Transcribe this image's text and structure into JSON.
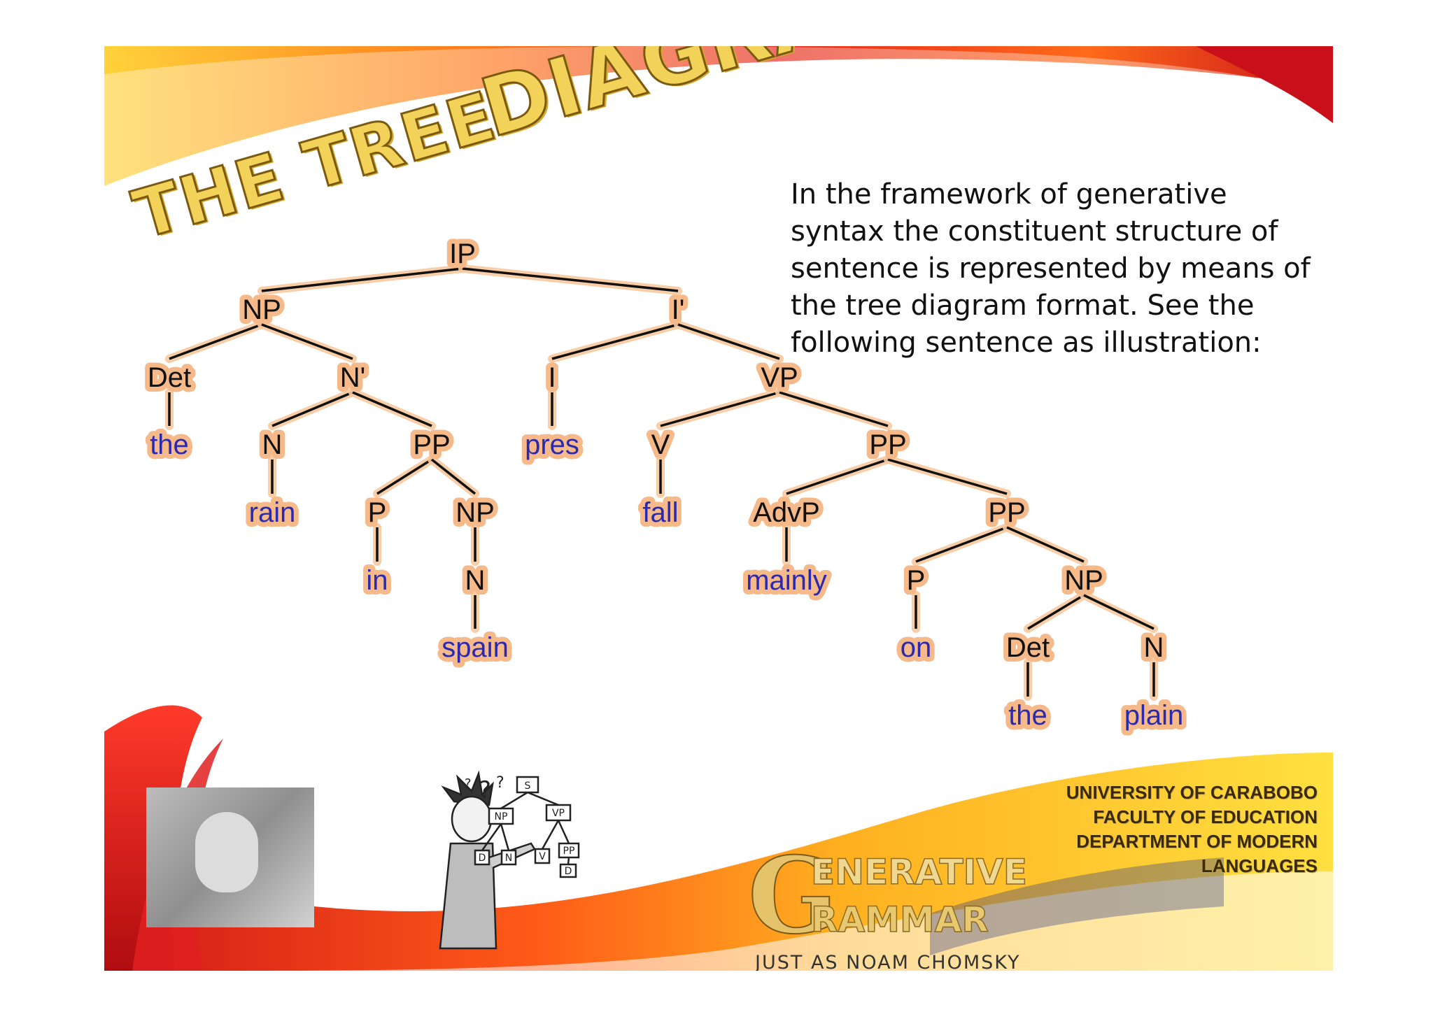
{
  "slide": {
    "title_line1": "THE TREE",
    "title_line2": "DIAGRAM",
    "description": "In the framework of generative syntax the constituent structure of sentence is represented by means of the tree diagram format. See the following sentence as illustration:",
    "institution": [
      "UNIVERSITY OF CARABOBO",
      "FACULTY OF EDUCATION",
      "DEPARTMENT OF MODERN",
      "LANGUAGES"
    ],
    "logo": {
      "initial": "G",
      "line1": "ENERATIVE",
      "line2": "RAMMAR",
      "tagline": "JUST AS NOAM CHOMSKY"
    }
  },
  "tree": {
    "nodes": [
      {
        "id": "ip",
        "label": "IP",
        "type": "cat"
      },
      {
        "id": "np1",
        "label": "NP",
        "type": "cat"
      },
      {
        "id": "ibar",
        "label": "I'",
        "type": "cat"
      },
      {
        "id": "det1",
        "label": "Det",
        "type": "cat"
      },
      {
        "id": "nbar",
        "label": "N'",
        "type": "cat"
      },
      {
        "id": "i",
        "label": "I",
        "type": "cat"
      },
      {
        "id": "vp",
        "label": "VP",
        "type": "cat"
      },
      {
        "id": "the1",
        "label": "the",
        "type": "word"
      },
      {
        "id": "n1",
        "label": "N",
        "type": "cat"
      },
      {
        "id": "pp1",
        "label": "PP",
        "type": "cat"
      },
      {
        "id": "pres",
        "label": "pres",
        "type": "word"
      },
      {
        "id": "v",
        "label": "V",
        "type": "cat"
      },
      {
        "id": "pp2",
        "label": "PP",
        "type": "cat"
      },
      {
        "id": "rain",
        "label": "rain",
        "type": "word"
      },
      {
        "id": "p1",
        "label": "P",
        "type": "cat"
      },
      {
        "id": "np2",
        "label": "NP",
        "type": "cat"
      },
      {
        "id": "fall",
        "label": "fall",
        "type": "word"
      },
      {
        "id": "advp",
        "label": "AdvP",
        "type": "cat"
      },
      {
        "id": "pp3",
        "label": "PP",
        "type": "cat"
      },
      {
        "id": "in",
        "label": "in",
        "type": "word"
      },
      {
        "id": "n2",
        "label": "N",
        "type": "cat"
      },
      {
        "id": "mainly",
        "label": "mainly",
        "type": "word"
      },
      {
        "id": "p2",
        "label": "P",
        "type": "cat"
      },
      {
        "id": "np3",
        "label": "NP",
        "type": "cat"
      },
      {
        "id": "spain",
        "label": "spain",
        "type": "word"
      },
      {
        "id": "on",
        "label": "on",
        "type": "word"
      },
      {
        "id": "det2",
        "label": "Det",
        "type": "cat"
      },
      {
        "id": "n3",
        "label": "N",
        "type": "cat"
      },
      {
        "id": "the2",
        "label": "the",
        "type": "word"
      },
      {
        "id": "plain",
        "label": "plain",
        "type": "word"
      }
    ],
    "edges": [
      [
        "ip",
        "np1"
      ],
      [
        "ip",
        "ibar"
      ],
      [
        "np1",
        "det1"
      ],
      [
        "np1",
        "nbar"
      ],
      [
        "ibar",
        "i"
      ],
      [
        "ibar",
        "vp"
      ],
      [
        "det1",
        "the1"
      ],
      [
        "nbar",
        "n1"
      ],
      [
        "nbar",
        "pp1"
      ],
      [
        "i",
        "pres"
      ],
      [
        "vp",
        "v"
      ],
      [
        "vp",
        "pp2"
      ],
      [
        "n1",
        "rain"
      ],
      [
        "pp1",
        "p1"
      ],
      [
        "pp1",
        "np2"
      ],
      [
        "v",
        "fall"
      ],
      [
        "pp2",
        "advp"
      ],
      [
        "pp2",
        "pp3"
      ],
      [
        "p1",
        "in"
      ],
      [
        "np2",
        "n2"
      ],
      [
        "n2",
        "spain"
      ],
      [
        "advp",
        "mainly"
      ],
      [
        "pp3",
        "p2"
      ],
      [
        "pp3",
        "np3"
      ],
      [
        "p2",
        "on"
      ],
      [
        "np3",
        "det2"
      ],
      [
        "np3",
        "n3"
      ],
      [
        "det2",
        "the2"
      ],
      [
        "n3",
        "plain"
      ]
    ]
  },
  "colors": {
    "word": "#2a2ab0",
    "category": "#111111",
    "glow": "#f6b98a",
    "title_fill": "#f3d25a"
  }
}
